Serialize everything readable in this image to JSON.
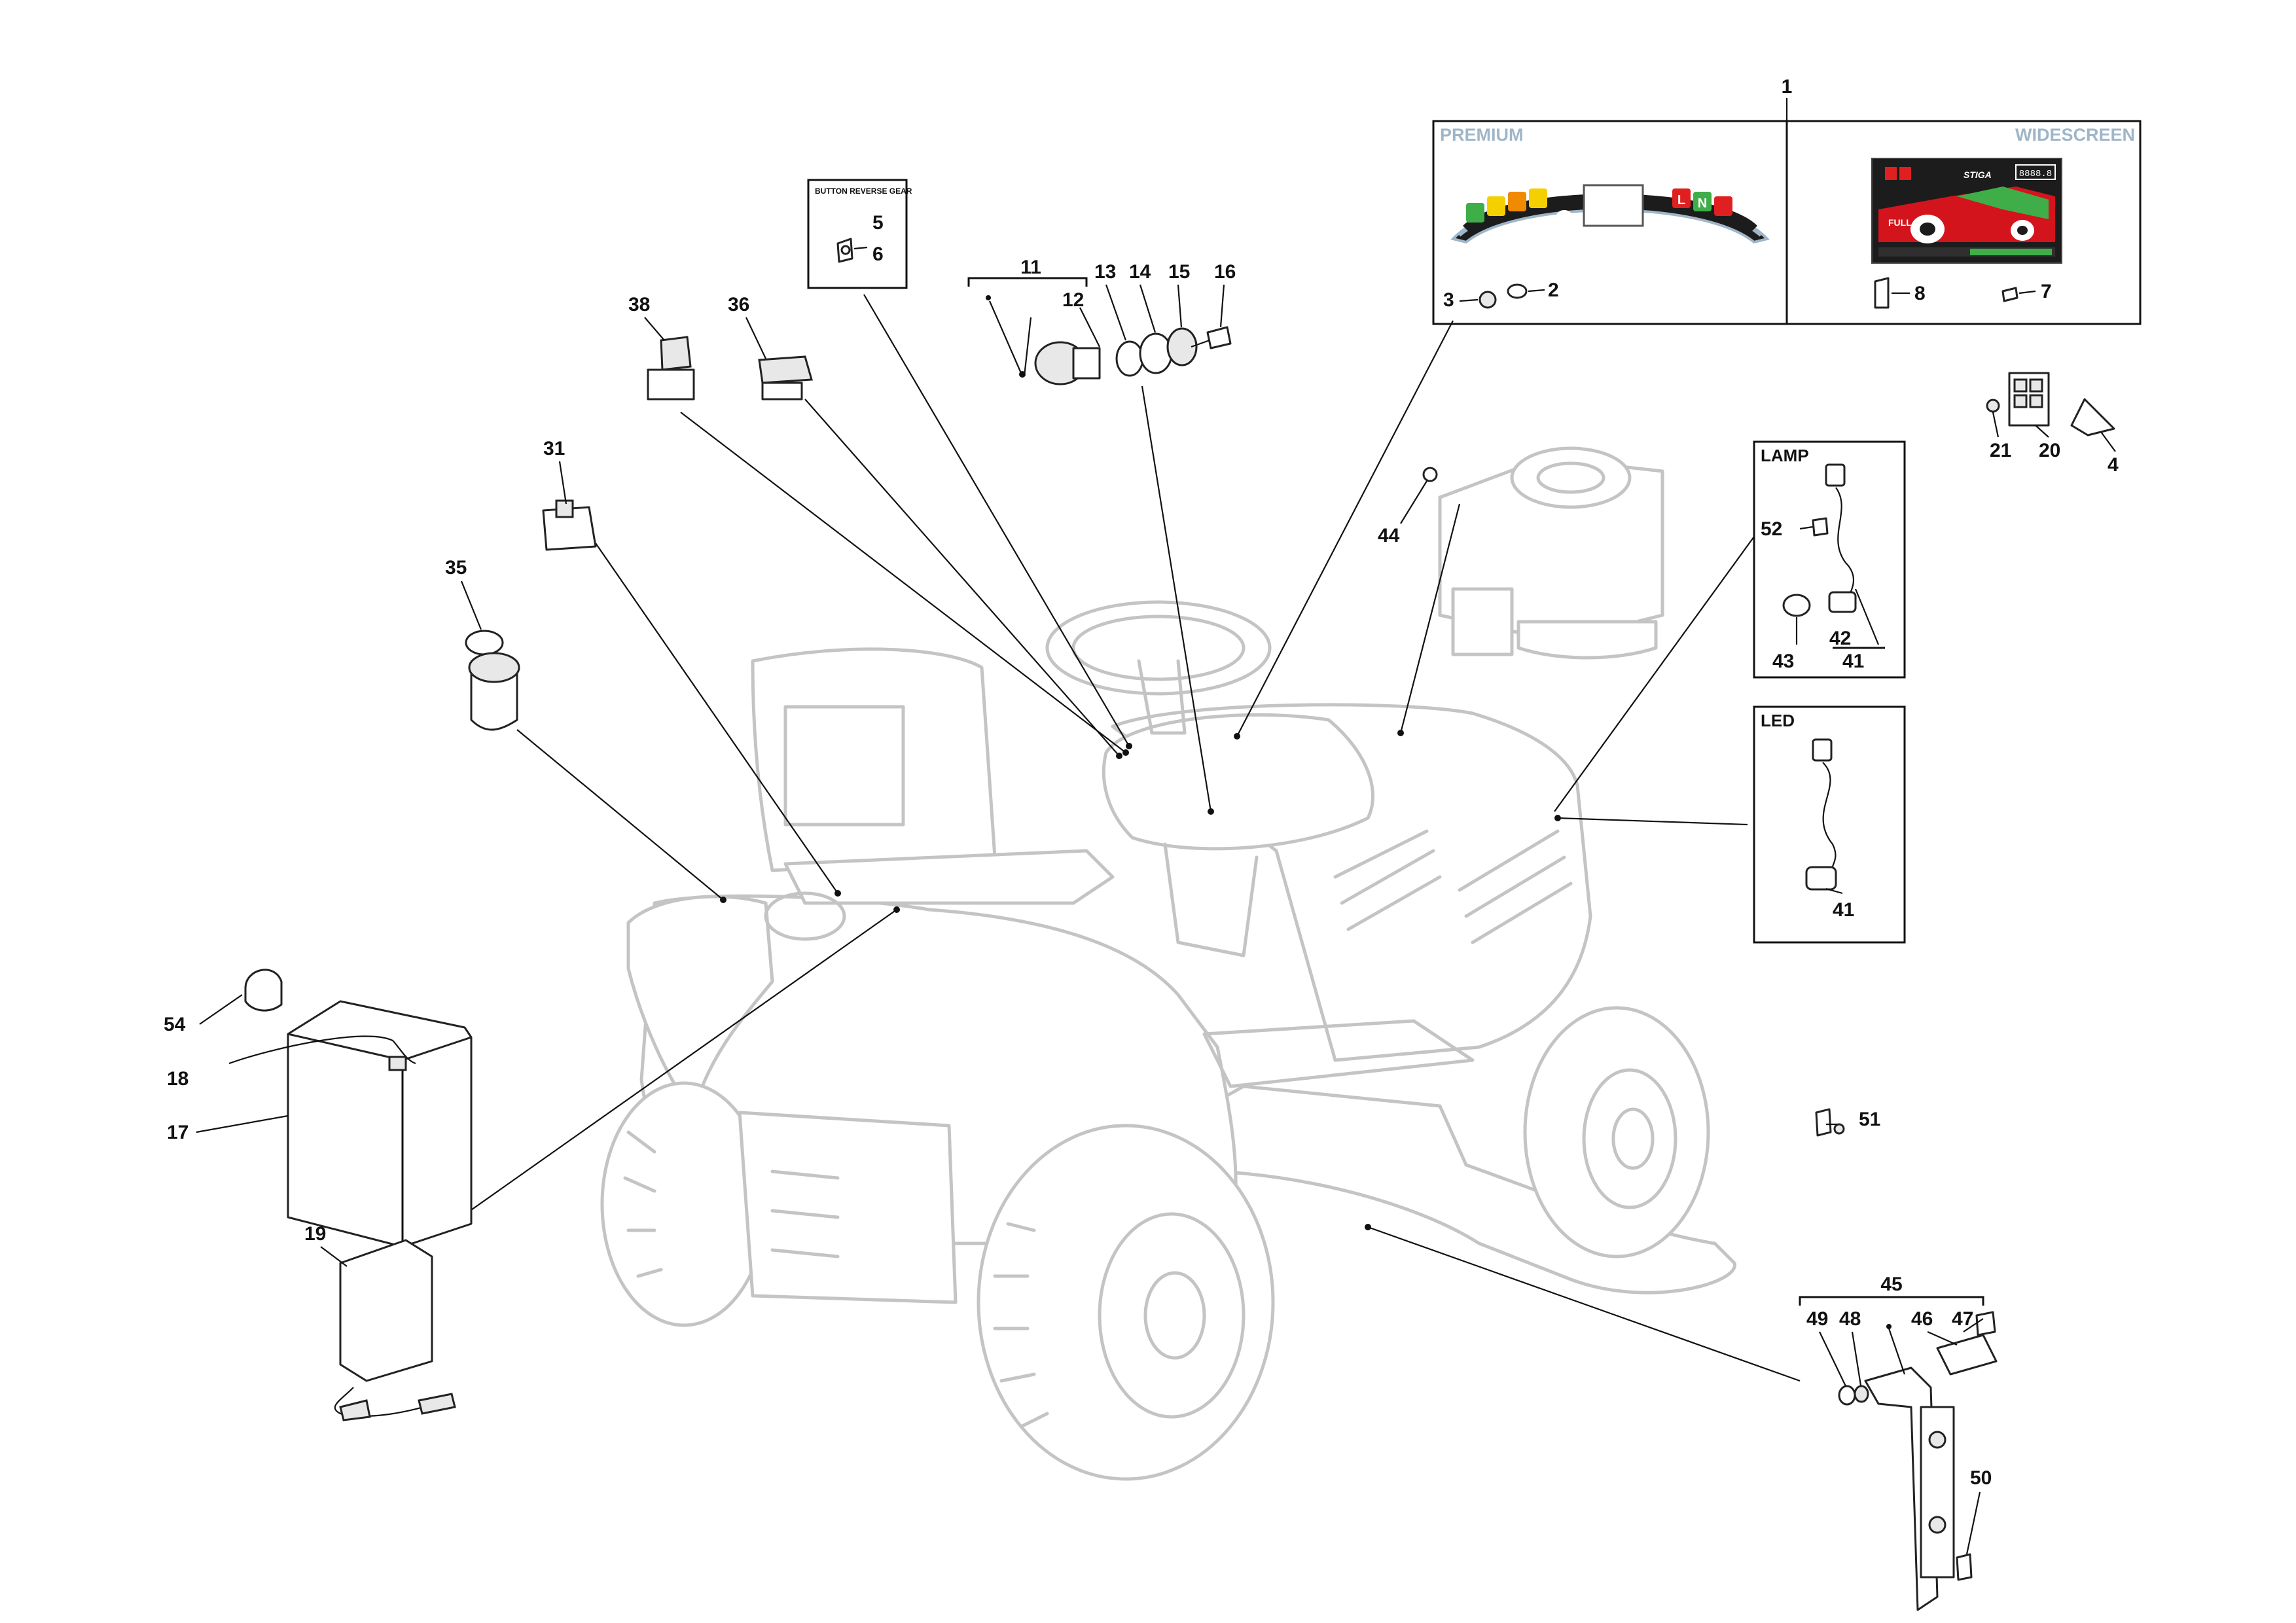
{
  "callouts": {
    "n1": "1",
    "n2": "2",
    "n3": "3",
    "n4": "4",
    "n5": "5",
    "n6": "6",
    "n7": "7",
    "n8": "8",
    "n11": "11",
    "n12": "12",
    "n13": "13",
    "n14": "14",
    "n15": "15",
    "n16": "16",
    "n17": "17",
    "n18": "18",
    "n19": "19",
    "n20": "20",
    "n21": "21",
    "n31": "31",
    "n35": "35",
    "n36": "36",
    "n38": "38",
    "n41a": "41",
    "n41b": "41",
    "n42": "42",
    "n43": "43",
    "n44": "44",
    "n45": "45",
    "n46": "46",
    "n47": "47",
    "n48": "48",
    "n49": "49",
    "n50": "50",
    "n51": "51",
    "n52": "52",
    "n54": "54"
  },
  "boxes": {
    "reverse_gear": "BUTTON REVERSE GEAR",
    "lamp": "LAMP",
    "led": "LED",
    "premium": "PREMIUM",
    "widescreen": "WIDESCREEN"
  },
  "dashboard_icons": {
    "premium_letters": [
      "L",
      "N"
    ],
    "widescreen_brand": "STIGA",
    "widescreen_readout": "8888.8",
    "widescreen_fuel": "FULL"
  },
  "colors": {
    "panel_dark": "#1c1c1c",
    "icon_green": "#3fae49",
    "icon_yellow": "#f5d000",
    "icon_orange": "#f08a00",
    "icon_red": "#e02020",
    "screen_red": "#d4141c",
    "palette_label": "#9fb6c8",
    "tractor_outline": "#c4c4c4"
  }
}
